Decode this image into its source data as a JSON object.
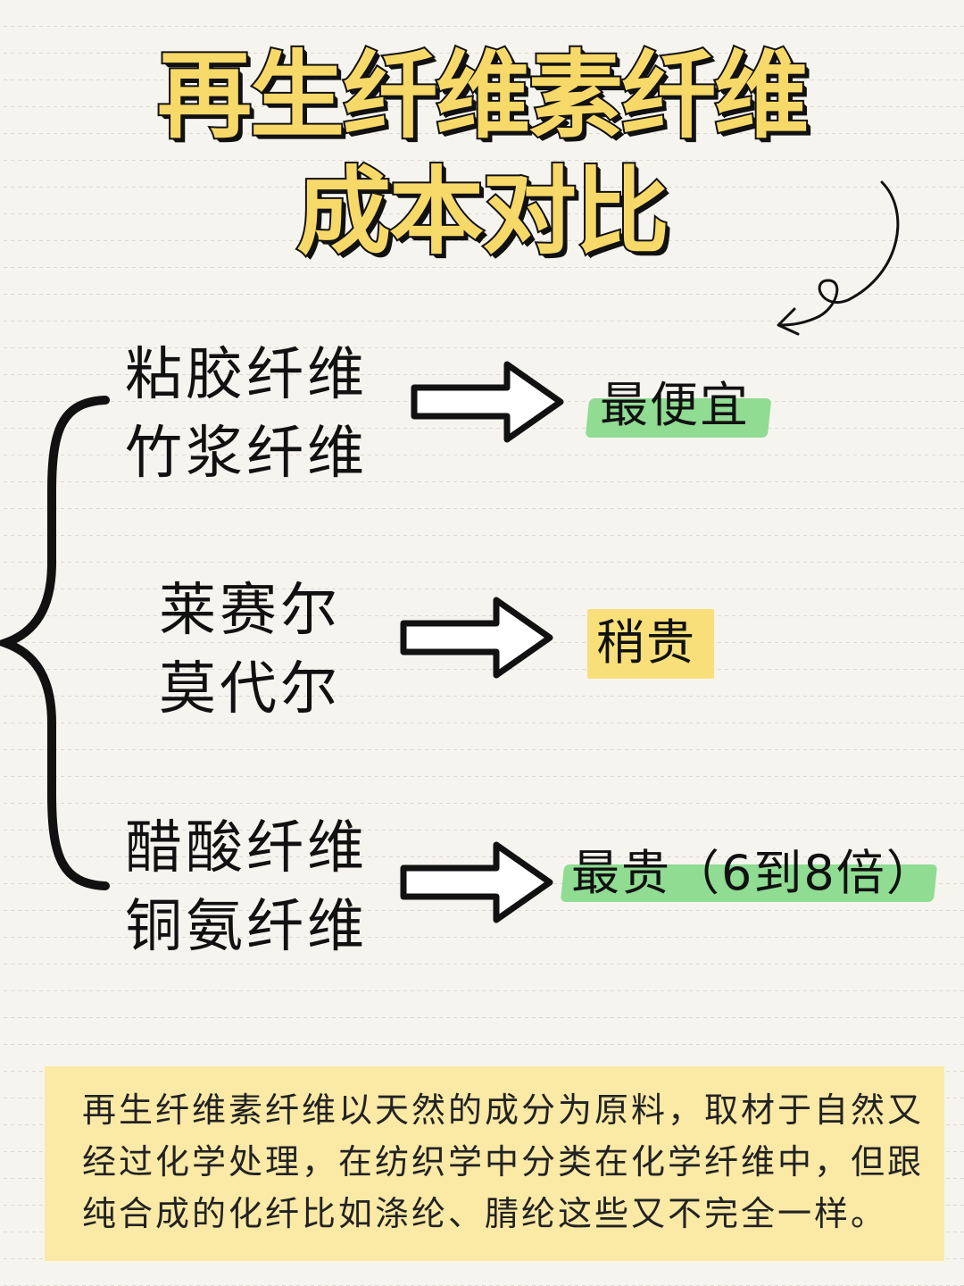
{
  "title": {
    "line1": "再生纤维素纤维",
    "line2": "成本对比"
  },
  "groups": [
    {
      "items": [
        "粘胶纤维",
        "竹浆纤维"
      ],
      "result": "最便宜",
      "highlight": "#8fdc92"
    },
    {
      "items": [
        "莱赛尔",
        "莫代尔"
      ],
      "result": "稍贵",
      "highlight": "#f8df7a"
    },
    {
      "items": [
        "醋酸纤维",
        "铜氨纤维"
      ],
      "result": "最贵（6到8倍）",
      "highlight": "#8fdc92"
    }
  ],
  "note": {
    "lines": [
      "再生纤维素纤维以天然的成分为原料，取材于自然又",
      "经过化学处理，在纺织学中分类在化学纤维中，但跟",
      "纯合成的化纤比如涤纶、腈纶这些又不完全一样。"
    ],
    "background": "#fbe9a6"
  },
  "colors": {
    "title_fill": "#f7d96a",
    "outline": "#111111",
    "paper": "#f6f4ee"
  }
}
